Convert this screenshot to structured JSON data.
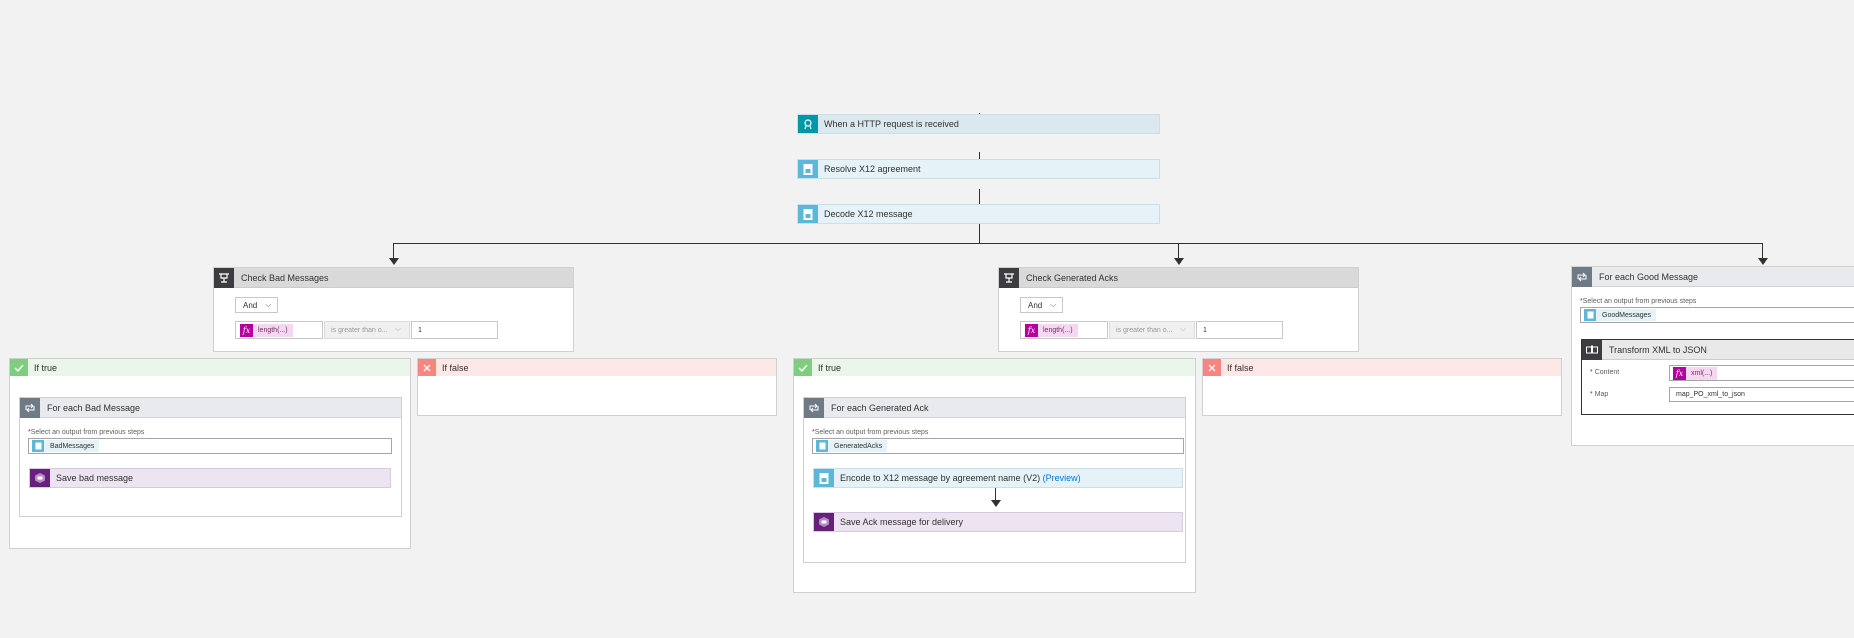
{
  "trigger": {
    "title": "When a HTTP request is received"
  },
  "steps": {
    "resolve": "Resolve X12 agreement",
    "decode": "Decode X12 message"
  },
  "check_bad": {
    "title": "Check Bad Messages",
    "logic": "And",
    "expr": "length(...)",
    "operator": "is greater than o...",
    "value": "1",
    "if_true": {
      "label": "If true",
      "foreach": {
        "title": "For each Bad Message",
        "select_label": "Select an output from previous steps",
        "token": "BadMessages",
        "action": "Save bad message"
      }
    },
    "if_false": {
      "label": "If false"
    }
  },
  "check_acks": {
    "title": "Check Generated Acks",
    "logic": "And",
    "expr": "length(...)",
    "operator": "is greater than o...",
    "value": "1",
    "if_true": {
      "label": "If true",
      "foreach": {
        "title": "For each Generated Ack",
        "select_label": "Select an output from previous steps",
        "token": "GeneratedAcks",
        "encode": "Encode to X12 message by agreement name (V2)",
        "encode_tag": "(Preview)",
        "save": "Save Ack message for delivery"
      }
    },
    "if_false": {
      "label": "If false"
    }
  },
  "foreach_good": {
    "title": "For each Good Message",
    "select_label": "Select an output from previous steps",
    "token": "GoodMessages",
    "transform": {
      "title": "Transform XML to JSON",
      "content_label": "Content",
      "content_expr": "xml(...)",
      "map_label": "Map",
      "map_value": "map_PO_xml_to_json"
    }
  },
  "icons": [
    "http-request-icon",
    "document-icon",
    "condition-icon",
    "loop-icon",
    "check-icon",
    "close-icon",
    "function-icon",
    "storage-icon",
    "transform-icon"
  ],
  "colors": {
    "background": "#f2f2f2",
    "trigger_accent": "#0097a7",
    "x12_accent": "#5db7d9",
    "condition_accent": "#3c3c41",
    "loop_accent": "#6f7a87",
    "true_accent": "#7fce7f",
    "false_accent": "#f8857e",
    "storage_accent": "#68217a",
    "function_accent": "#b4009e"
  }
}
